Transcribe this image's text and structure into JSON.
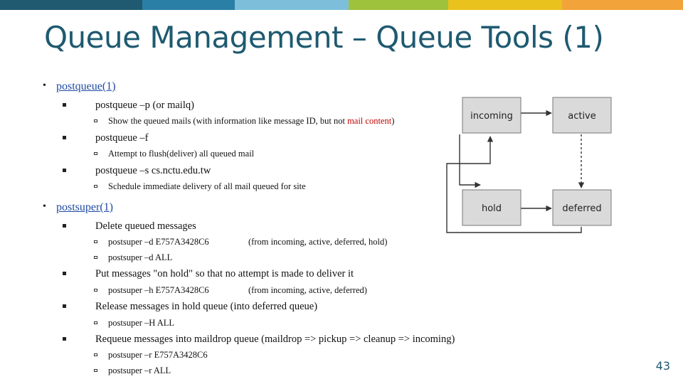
{
  "header": {
    "accent_colors": [
      "#1f5a70",
      "#2a7fa6",
      "#7dbfdb",
      "#9fc23c",
      "#e9c21e",
      "#f2a43a"
    ]
  },
  "slide": {
    "title": "Queue Management – Queue Tools (1)",
    "page_number": "43"
  },
  "postqueue": {
    "bullet": "•",
    "label": "postqueue(1)",
    "items": [
      {
        "command": "postqueue –p (or mailq)",
        "detail_prefix": "Show the queued mails (with information like message ID, but not ",
        "detail_highlight": "mail content",
        "detail_suffix": ")"
      },
      {
        "command": "postqueue –f",
        "detail": "Attempt to flush(deliver) all queued mail"
      },
      {
        "command": "postqueue –s cs.nctu.edu.tw",
        "detail": "Schedule immediate delivery of all mail queued for site"
      }
    ]
  },
  "postsuper": {
    "bullet": "•",
    "label": "postsuper(1)",
    "items": [
      {
        "command": "Delete queued messages",
        "subs": [
          {
            "text": "postsuper –d E757A3428C6",
            "note": "(from incoming, active, deferred, hold)"
          },
          {
            "text": "postsuper –d ALL"
          }
        ]
      },
      {
        "command": "Put messages \"on hold\" so that no attempt is made to deliver it",
        "subs": [
          {
            "text": "postsuper –h E757A3428C6",
            "note": "(from incoming, active, deferred)"
          }
        ]
      },
      {
        "command": "Release messages in hold queue (into deferred queue)",
        "subs": [
          {
            "text": "postsuper –H ALL"
          }
        ]
      },
      {
        "command": "Requeue messages into maildrop queue (maildrop => pickup => cleanup => incoming)",
        "subs": [
          {
            "text": "postsuper –r E757A3428C6"
          },
          {
            "text": "postsuper –r ALL"
          }
        ]
      }
    ]
  },
  "diagram": {
    "boxes": {
      "incoming": "incoming",
      "active": "active",
      "hold": "hold",
      "deferred": "deferred"
    }
  }
}
